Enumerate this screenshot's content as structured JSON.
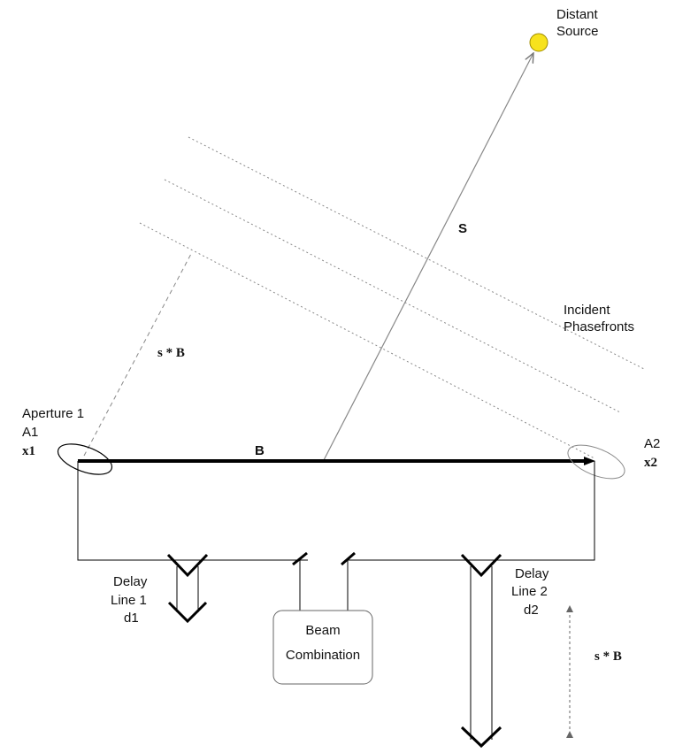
{
  "source": {
    "line1": "Distant",
    "line2": "Source",
    "color": "#f7e21c"
  },
  "vectors": {
    "s_label": "S",
    "b_label": "B",
    "sb_label_left": "s * B",
    "sb_label_right": "s * B"
  },
  "phasefronts": {
    "line1": "Incident",
    "line2": "Phasefronts"
  },
  "aperture1": {
    "line1": "Aperture 1",
    "line2": "A1",
    "line3": "x1"
  },
  "aperture2": {
    "line1": "A2",
    "line2": "x2"
  },
  "delay_line1": {
    "line1": "Delay",
    "line2": "Line 1",
    "line3": "d1"
  },
  "delay_line2": {
    "line1": "Delay",
    "line2": "Line 2",
    "line3": "d2"
  },
  "beam_combination": {
    "line1": "Beam",
    "line2": "Combination"
  }
}
